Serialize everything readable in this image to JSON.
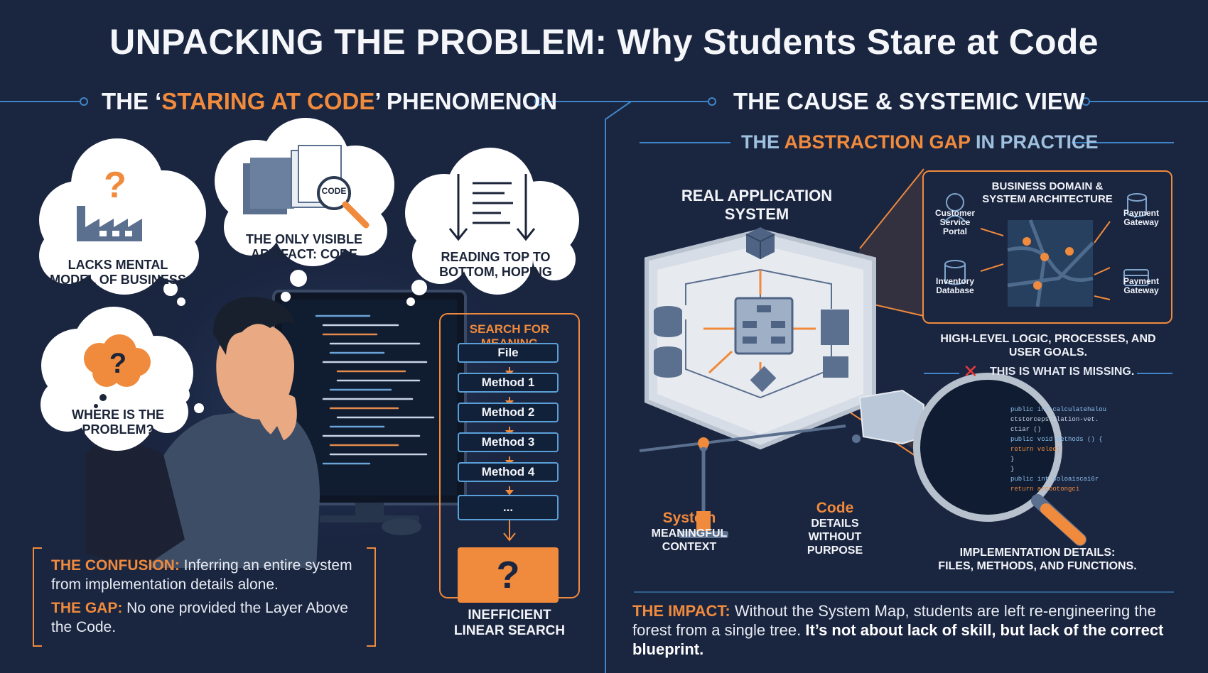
{
  "title": "UNPACKING THE PROBLEM: Why Students Stare at Code",
  "left": {
    "heading_pre": "THE ‘",
    "heading_accent": "STARING AT CODE",
    "heading_post": "’ PHENOMENON",
    "bubbles": [
      {
        "line1": "LACKS MENTAL",
        "line2": "MODEL OF BUSINESS",
        "icon": "factory-question-icon"
      },
      {
        "line1": "THE ONLY VISIBLE",
        "line2": "ARTIFACT: CODE",
        "icon": "code-files-icon",
        "badge": "CODE"
      },
      {
        "line1": "READING TOP TO",
        "line2": "BOTTOM, HOPING",
        "icon": "top-to-bottom-icon"
      },
      {
        "line1": "WHERE IS THE",
        "line2": "PROBLEM?",
        "icon": "question-cloud-icon"
      }
    ],
    "search": {
      "title": "SEARCH FOR MEANING",
      "items": [
        "File",
        "Method 1",
        "Method 2",
        "Method 3",
        "Method 4",
        "..."
      ],
      "question": "?",
      "caption_line1": "INEFFICIENT",
      "caption_line2": "LINEAR SEARCH"
    },
    "confusion": {
      "label1": "THE CONFUSION:",
      "text1": " Inferring an entire system from implementation details alone.",
      "label2": "THE GAP:",
      "text2": " No one provided the Layer Above the Code."
    }
  },
  "right": {
    "heading": "THE CAUSE & SYSTEMIC VIEW",
    "sub_pre": "THE ",
    "sub_accent": "ABSTRACTION GAP",
    "sub_post": " IN PRACTICE",
    "system_label_line1": "REAL APPLICATION",
    "system_label_line2": "SYSTEM",
    "domain": {
      "title_line1": "BUSINESS DOMAIN &",
      "title_line2": "SYSTEM ARCHITECTURE",
      "nodes": [
        "Customer Service Portal",
        "Inventory Database",
        "Payment Gateway",
        "Payment Gateway"
      ],
      "caption_line1": "HIGH-LEVEL LOGIC, PROCESSES, AND",
      "caption_line2": "USER GOALS.",
      "missing": "THIS IS WHAT IS MISSING."
    },
    "scale": {
      "left_title": "System",
      "left_line1": "MEANINGFUL",
      "left_line2": "CONTEXT",
      "right_title": "Code",
      "right_line1": "DETAILS",
      "right_line2": "WITHOUT",
      "right_line3": "PURPOSE"
    },
    "code_lines": [
      "public int calculatehalou",
      "ctstorcepscilation-vet.",
      "ctiar ()",
      "public void methods () {",
      "return velee;",
      "}",
      "}",
      "public int soloaiscai6r",
      "return arcootongci"
    ],
    "implementation_line1": "IMPLEMENTATION DETAILS:",
    "implementation_line2": "FILES, METHODS, AND FUNCTIONS.",
    "impact": {
      "label": "THE IMPACT:",
      "text": " Without the System Map, students are left re-engineering the forest from a single tree. ",
      "bold": "It’s not about lack of skill, but lack of the correct blueprint."
    }
  },
  "colors": {
    "background": "#1a2540",
    "accent": "#f08a3c",
    "blue": "#5aa0d8",
    "light_blue_text": "#9ec0de"
  }
}
